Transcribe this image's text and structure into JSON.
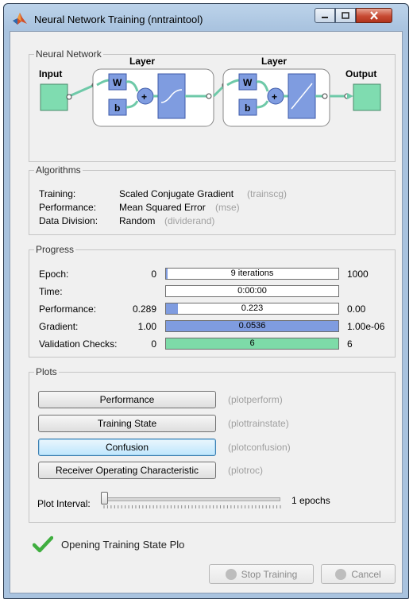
{
  "window": {
    "title": "Neural Network Training (nntraintool)"
  },
  "network": {
    "group_label": "Neural Network",
    "input_label": "Input",
    "output_label": "Output",
    "layer1_label": "Layer",
    "layer2_label": "Layer",
    "weight_label": "W",
    "bias_label": "b",
    "sum_label": "+"
  },
  "algorithms": {
    "group_label": "Algorithms",
    "rows": [
      {
        "label": "Training:",
        "value": "Scaled Conjugate Gradient",
        "fn": "(trainscg)"
      },
      {
        "label": "Performance:",
        "value": "Mean Squared Error",
        "fn": "(mse)"
      },
      {
        "label": "Data Division:",
        "value": "Random",
        "fn": "(dividerand)"
      }
    ]
  },
  "progress": {
    "group_label": "Progress",
    "rows": [
      {
        "label": "Epoch:",
        "start": "0",
        "value": "9 iterations",
        "end": "1000",
        "fraction": 0.009,
        "color": "#7f9ce0"
      },
      {
        "label": "Time:",
        "start": "",
        "value": "0:00:00",
        "end": "",
        "fraction": 0,
        "color": "#7f9ce0"
      },
      {
        "label": "Performance:",
        "start": "0.289",
        "value": "0.223",
        "end": "0.00",
        "fraction": 0.07,
        "color": "#7f9ce0"
      },
      {
        "label": "Gradient:",
        "start": "1.00",
        "value": "0.0536",
        "end": "1.00e-06",
        "fraction": 1.0,
        "color": "#7f9ce0"
      },
      {
        "label": "Validation Checks:",
        "start": "0",
        "value": "6",
        "end": "6",
        "fraction": 1.0,
        "color": "#7ddba8"
      }
    ]
  },
  "plots": {
    "group_label": "Plots",
    "buttons": [
      {
        "label": "Performance",
        "fn": "(plotperform)"
      },
      {
        "label": "Training State",
        "fn": "(plottrainstate)"
      },
      {
        "label": "Confusion",
        "fn": "(plotconfusion)"
      },
      {
        "label": "Receiver Operating Characteristic",
        "fn": "(plotroc)"
      }
    ],
    "interval_label": "Plot Interval:",
    "interval_value": "1 epochs",
    "interval_fraction": 0
  },
  "status": {
    "text": "Opening Training State Plo"
  },
  "footer": {
    "stop_label": "Stop Training",
    "cancel_label": "Cancel"
  }
}
